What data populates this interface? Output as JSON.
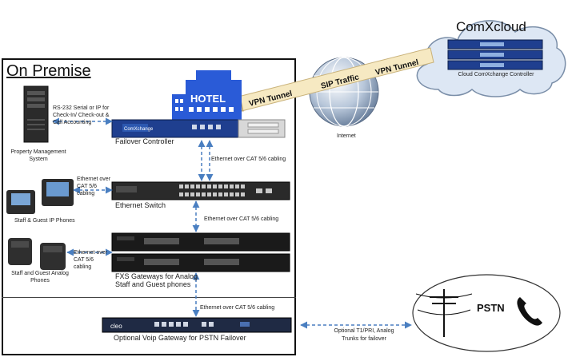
{
  "on_premise": {
    "title": "On Premise"
  },
  "hotel": {
    "sign": "HOTEL"
  },
  "cloud": {
    "title": "ComXcloud",
    "caption": "Cloud ComXchange Controller"
  },
  "internet": {
    "label": "Internet"
  },
  "tunnel": {
    "vpn_left": "VPN Tunnel",
    "sip": "SIP Traffic",
    "vpn_right": "VPN Tunnel"
  },
  "pms": {
    "label": "Property Management System",
    "link_label": "RS-232 Serial or IP for Check-In/ Check-out & Call Accounting"
  },
  "failover_controller": {
    "label": "Failover Controller",
    "brand": "ComXchange"
  },
  "ethernet_switch": {
    "label": "Ethernet Switch"
  },
  "ip_phones": {
    "label": "Staff & Guest IP Phones",
    "link_label": "Ethernet over CAT 5/6 cabling"
  },
  "analog_phones": {
    "label": "Staff and Guest Analog Phones",
    "link_label": "Ethernet over CAT 5/6 cabling"
  },
  "fxs": {
    "label_line1": "FXS Gateways for Analog",
    "label_line2": "Staff and Guest phones"
  },
  "voip_gateway": {
    "label": "Optional Voip Gateway for PSTN Failover",
    "brand": "cleo"
  },
  "links": {
    "controller_switch": "Ethernet over CAT 5/6 cabling",
    "switch_fxs": "Ethernet over CAT 5/6 cabling",
    "fxs_gateway": "Ethernet over CAT 5/6 cabling"
  },
  "pstn": {
    "label": "PSTN",
    "link_label_line1": "Optional T1/PRI, Analog",
    "link_label_line2": "Trunks for failover"
  },
  "colors": {
    "device_blue": "#1f3f8f",
    "device_dark": "#1a1a1a",
    "link_blue": "#4a7fc1",
    "hotel_blue": "#2a5bd7",
    "cloud_fill": "#dde7f4",
    "tunnel_fill": "#f6e9c2"
  }
}
